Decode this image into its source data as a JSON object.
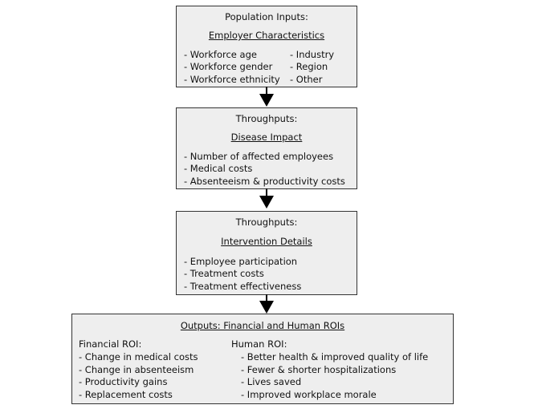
{
  "box1": {
    "title": "Population Inputs:",
    "heading": "Employer Characteristics",
    "left_items": [
      "- Workforce age",
      "- Workforce gender",
      "- Workforce ethnicity"
    ],
    "right_items": [
      "- Industry",
      "- Region",
      "- Other"
    ]
  },
  "box2": {
    "title": "Throughputs:",
    "heading": "Disease Impact",
    "items": [
      "- Number of affected employees",
      "- Medical costs",
      "- Absenteeism & productivity costs"
    ]
  },
  "box3": {
    "title": "Throughputs:",
    "heading": "Intervention Details",
    "items": [
      "- Employee participation",
      "- Treatment costs",
      "- Treatment effectiveness"
    ]
  },
  "box4": {
    "heading": "Outputs:  Financial and Human ROIs",
    "left_title": "Financial ROI:",
    "left_items": [
      " - Change in medical costs",
      " - Change in absenteeism",
      " - Productivity gains",
      " - Replacement costs"
    ],
    "right_title": "Human ROI:",
    "right_items": [
      " - Better health & improved quality of life",
      " - Fewer & shorter hospitalizations",
      "  - Lives saved",
      " - Improved workplace morale"
    ]
  },
  "colors": {
    "box_fill": "#eeeeee",
    "border": "#333333",
    "arrow": "#000000"
  }
}
